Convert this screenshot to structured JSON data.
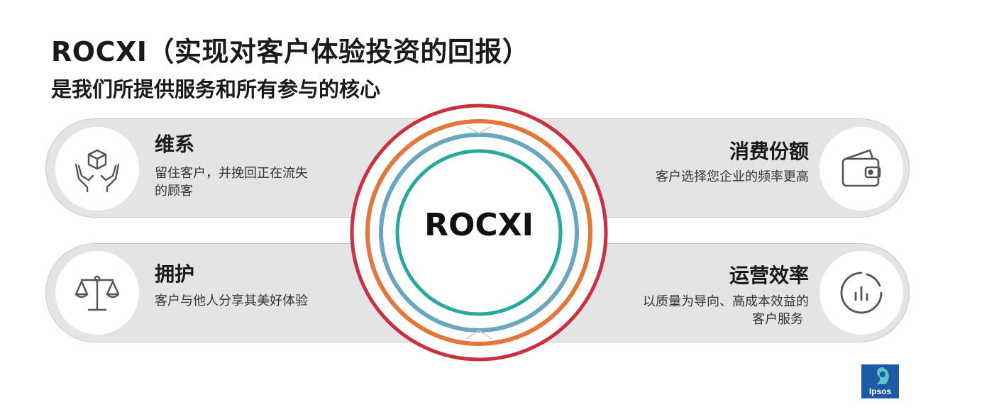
{
  "header": {
    "title": "ROCXI（实现对客户体验投资的回报）",
    "subtitle": "是我们所提供服务和所有参与的核心"
  },
  "center": {
    "label": "ROCXI"
  },
  "cards": {
    "retention": {
      "title": "维系",
      "desc_line1": "留住客户，并挽回正在流失",
      "desc_line2": "的顾客",
      "icon": "hands-box-icon"
    },
    "share_of_wallet": {
      "title": "消费份额",
      "desc_line1": "客户选择您企业的频率更高",
      "icon": "wallet-icon"
    },
    "advocacy": {
      "title": "拥护",
      "desc_line1": "客户与他人分享其美好体验",
      "icon": "balance-scale-icon"
    },
    "efficiency": {
      "title": "运营效率",
      "desc_line1": "以质量为导向、高成本效益的",
      "desc_line2": "客户服务",
      "icon": "gauge-chart-icon"
    }
  },
  "colors": {
    "ring_outer": "#cc2f3f",
    "ring_orange": "#e3763a",
    "ring_blue": "#6aa6c0",
    "ring_teal": "#27a89c",
    "logo_bg": "#1f5aa6"
  },
  "logo": {
    "text": "Ipsos"
  }
}
